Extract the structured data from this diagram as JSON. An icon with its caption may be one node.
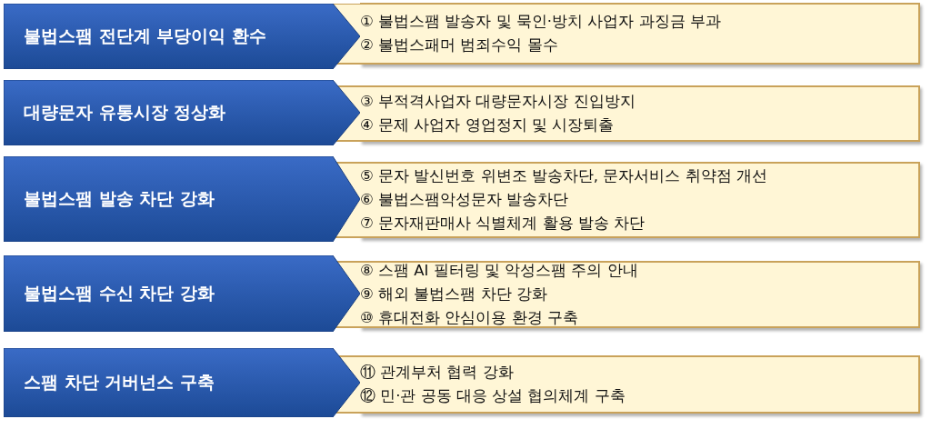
{
  "diagram": {
    "nodes": [
      {
        "text": [
          "불법스팸 전단계 부당이익 환수"
        ]
      },
      {
        "text": [
          "① 불법스팸 발송자 및 묵인·방치 사업자 과징금 부과",
          "② 불법스패머 범죄수익 몰수"
        ]
      },
      {
        "text": [
          "대량문자 유통시장 정상화"
        ]
      },
      {
        "text": [
          "③ 부적격사업자 대량문자시장 진입방지",
          "④ 문제 사업자 영업정지 및 시장퇴출"
        ]
      },
      {
        "text": [
          "불법스팸 발송 차단 강화"
        ]
      },
      {
        "text": [
          "⑤ 문자 발신번호 위변조 발송차단, 문자서비스 취약점 개선",
          "⑥ 불법스팸악성문자 발송차단",
          "⑦ 문자재판매사 식별체계 활용 발송 차단"
        ]
      },
      {
        "text": [
          "불법스팸 수신 차단 강화"
        ]
      },
      {
        "text": [
          "⑧ 스팸 AI 필터링 및 악성스팸 주의 안내",
          "⑨ 해외 불법스팸 차단 강화",
          "⑩ 휴대전화 안심이용 환경 구축"
        ]
      },
      {
        "text": [
          "스팸 차단 거버넌스 구축"
        ]
      },
      {
        "text": [
          "⑪ 관계부처 협력 강화",
          "⑫ 민·관 공동 대응 상설 협의체계 구축"
        ]
      }
    ]
  }
}
